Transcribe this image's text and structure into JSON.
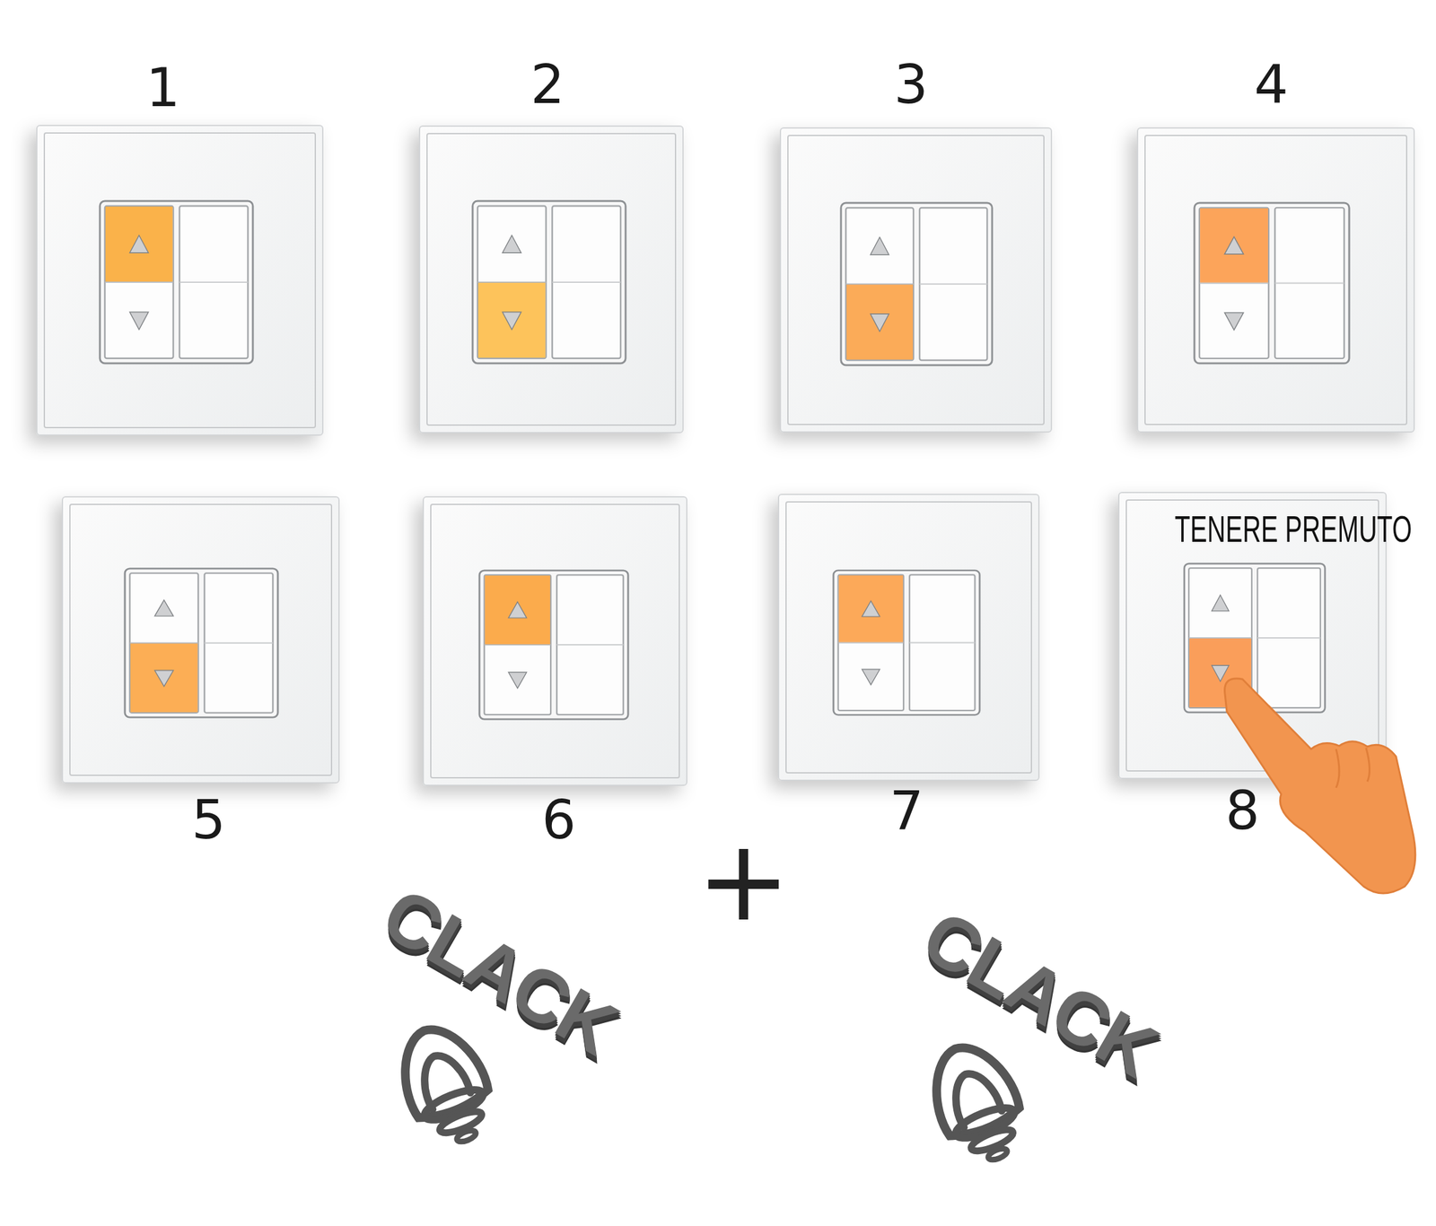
{
  "diagram": {
    "nodes": [
      {
        "text": [
          "TENERE PREMUTO"
        ]
      }
    ],
    "labels": [
      "1",
      "2",
      "3",
      "4",
      "5",
      "6",
      "7",
      "8",
      "+",
      "CLACK",
      "CLACK"
    ]
  }
}
